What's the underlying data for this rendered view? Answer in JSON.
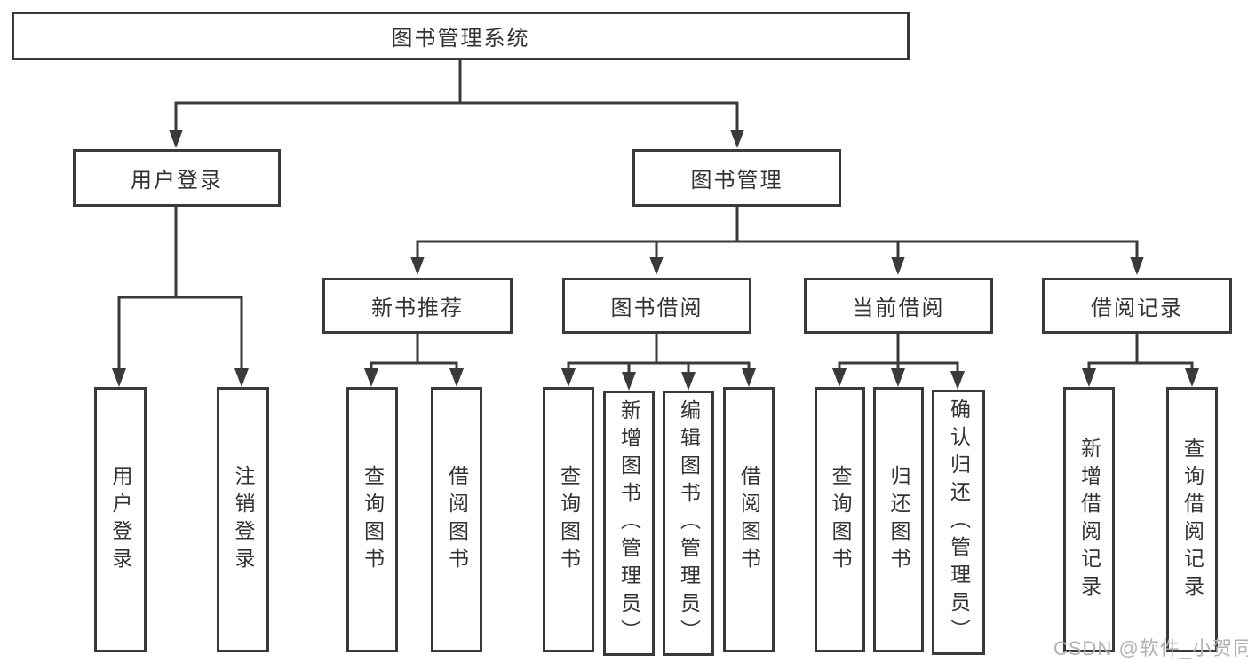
{
  "colors": {
    "stroke": "#3a3a3a",
    "text": "#333333",
    "background": "#ffffff",
    "watermark": "#b2b2b2"
  },
  "watermark": {
    "text": "CSDN @软件_小贺同学"
  },
  "tree": {
    "root": {
      "label": "图书管理系统"
    },
    "login": {
      "label": "用户登录",
      "children": [
        {
          "label": "用户登录"
        },
        {
          "label": "注销登录"
        }
      ]
    },
    "manage": {
      "label": "图书管理",
      "groups": [
        {
          "label": "新书推荐",
          "children": [
            {
              "label": "查询图书"
            },
            {
              "label": "借阅图书"
            }
          ]
        },
        {
          "label": "图书借阅",
          "children": [
            {
              "label": "查询图书"
            },
            {
              "label": "新增图书（管理员）"
            },
            {
              "label": "编辑图书（管理员）"
            },
            {
              "label": "借阅图书"
            }
          ]
        },
        {
          "label": "当前借阅",
          "children": [
            {
              "label": "查询图书"
            },
            {
              "label": "归还图书"
            },
            {
              "label": "确认归还（管理员）"
            }
          ]
        },
        {
          "label": "借阅记录",
          "children": [
            {
              "label": "新增借阅记录"
            },
            {
              "label": "查询借阅记录"
            }
          ]
        }
      ]
    }
  }
}
